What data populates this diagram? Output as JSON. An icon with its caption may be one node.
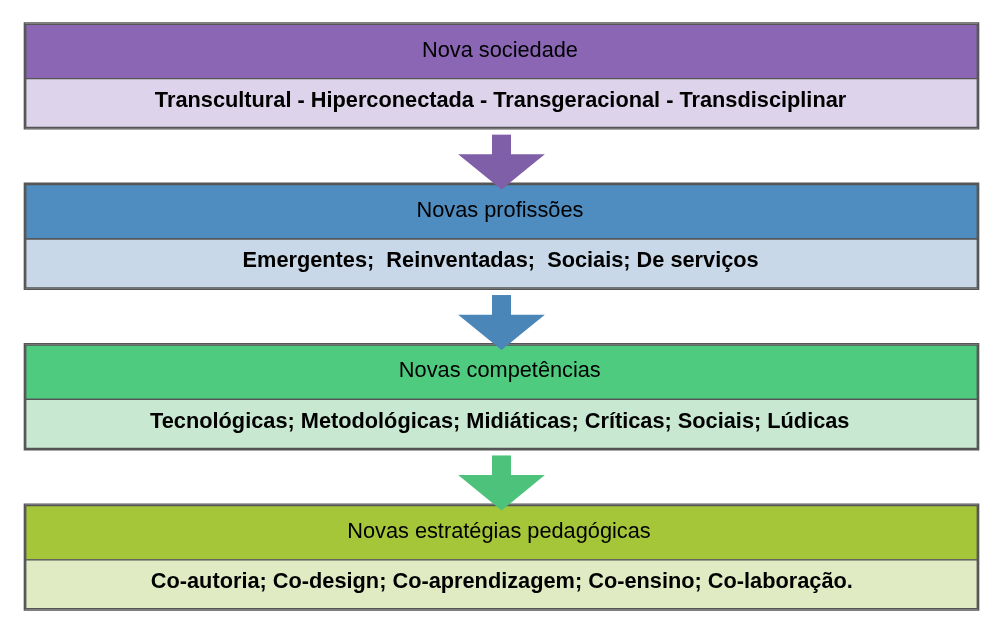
{
  "diagram": {
    "nodes": [
      {
        "text": [
          "Nova sociedade",
          "Transcultural - Hiperconectada - Transgeracional - Transdisciplinar"
        ]
      },
      {
        "text": [
          "Novas profissões",
          "Emergentes;  Reinventadas;  Sociais; De serviços"
        ]
      },
      {
        "text": [
          "Novas competências",
          "Tecnológicas; Metodológicas; Midiáticas; Críticas; Sociais; Lúdicas"
        ]
      },
      {
        "text": [
          "Novas estratégias pedagógicas",
          "Co-autoria; Co-design; Co-aprendizagem; Co-ensino; Co-laboração."
        ]
      }
    ],
    "edges": [
      {
        "from": 0,
        "to": 1,
        "arrow": "to",
        "color": "#7f5fa8"
      },
      {
        "from": 1,
        "to": 2,
        "arrow": "to",
        "color": "#4a86b8"
      },
      {
        "from": 2,
        "to": 3,
        "arrow": "to",
        "color": "#4cc27a"
      }
    ]
  }
}
